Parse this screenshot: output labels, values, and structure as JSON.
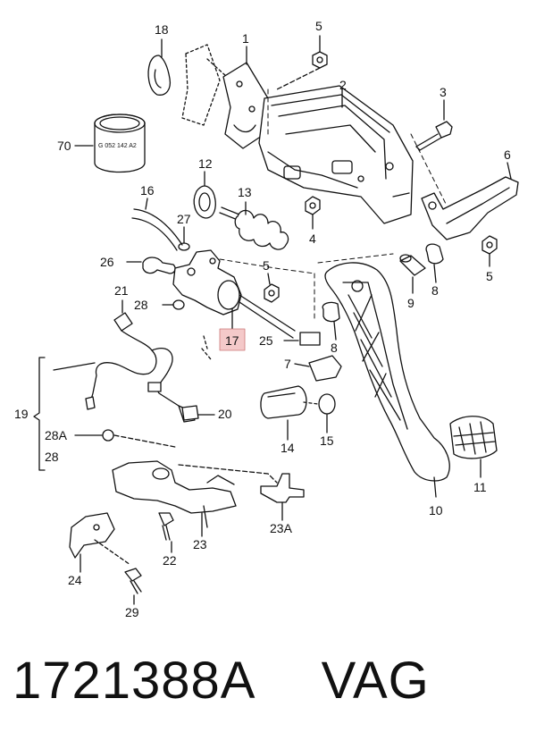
{
  "diagram": {
    "callouts": {
      "n18": "18",
      "n1": "1",
      "n5a": "5",
      "n2": "2",
      "n3": "3",
      "n70": "70",
      "n12": "12",
      "n13": "13",
      "n16": "16",
      "n27": "27",
      "n4": "4",
      "n6": "6",
      "n26": "26",
      "n5b": "5",
      "n8a": "8",
      "n5c": "5",
      "n9": "9",
      "n21": "21",
      "n28a": "28",
      "n17": "17",
      "n25": "25",
      "n8b": "8",
      "n7": "7",
      "n19": "19",
      "n20": "20",
      "n14": "14",
      "n15": "15",
      "n28A": "28A",
      "n28b": "28",
      "n11": "11",
      "n10": "10",
      "n22": "22",
      "n23": "23",
      "n23A": "23A",
      "n24": "24",
      "n29": "29"
    },
    "bearing_text": "G 052 142 A2",
    "highlight_color": "#f4c9c9"
  },
  "footer": {
    "part_number": "1721388A",
    "brand": "VAG"
  }
}
